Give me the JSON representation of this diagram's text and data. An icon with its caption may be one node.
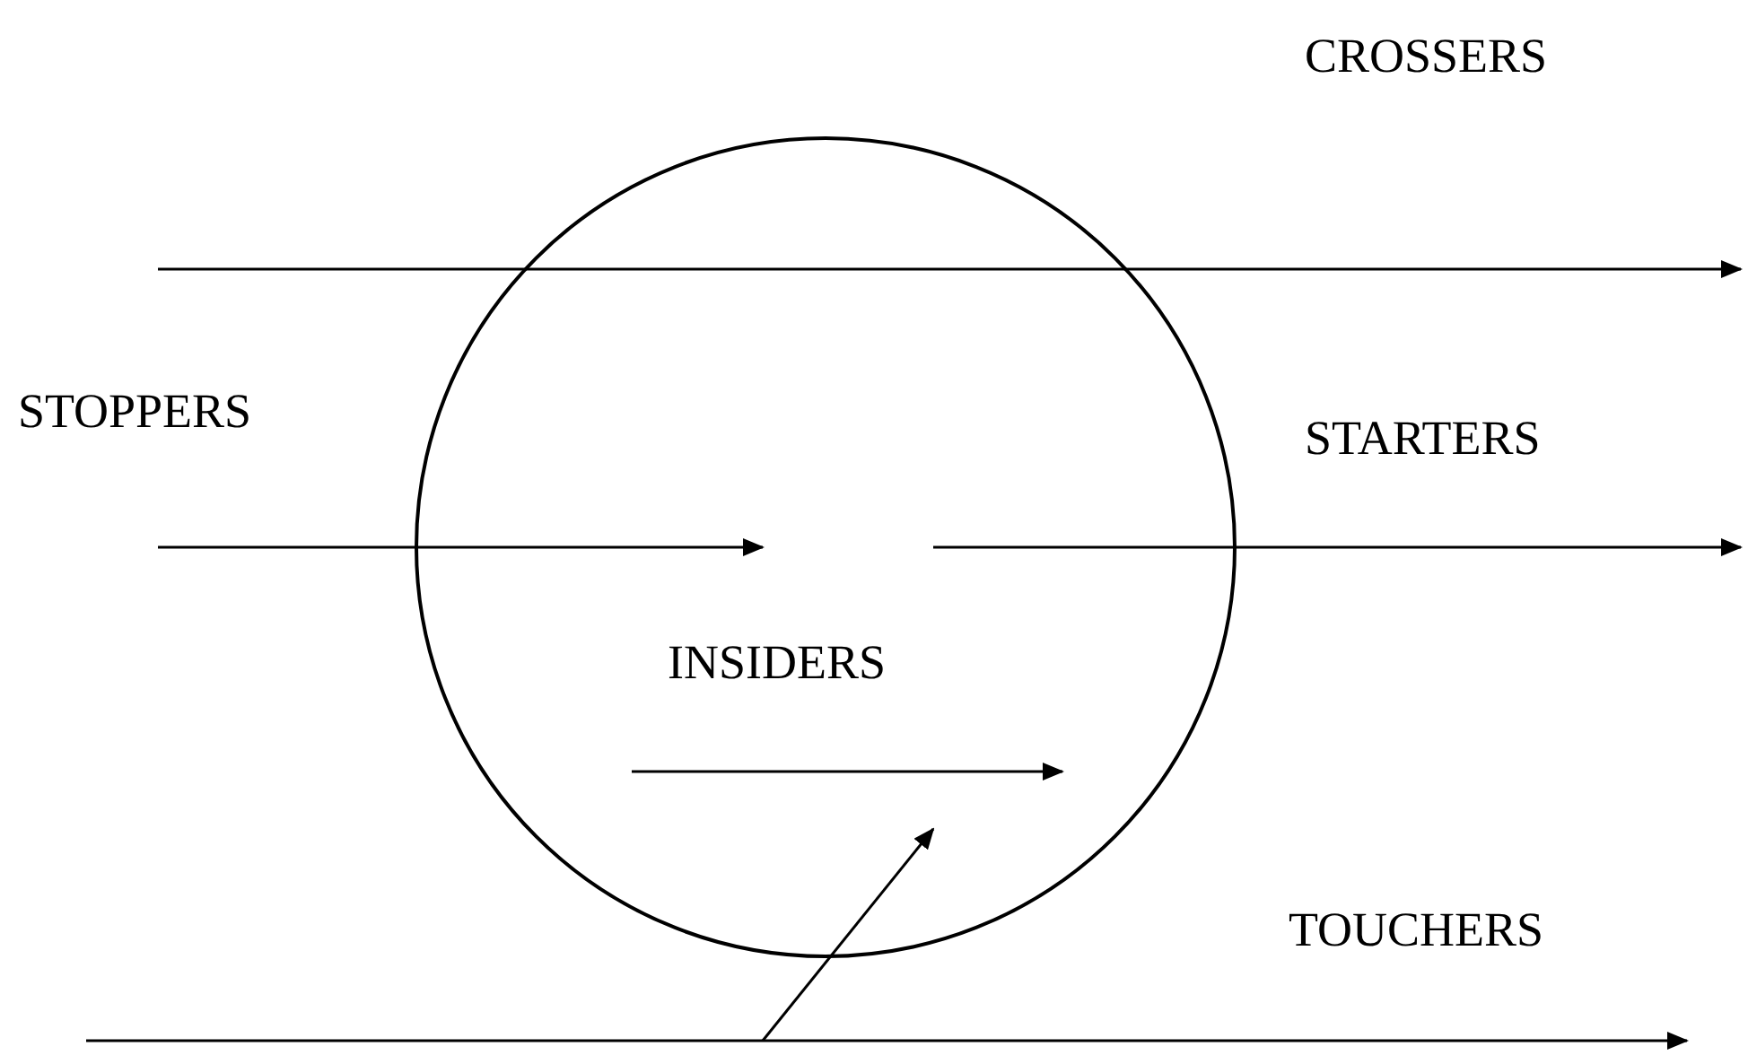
{
  "diagram": {
    "nodes": [
      {
        "text": [],
        "shape": "circle"
      }
    ],
    "labels": [
      "CROSSERS",
      "STOPPERS",
      "STARTERS",
      "INSIDERS",
      "TOUCHERS"
    ]
  }
}
